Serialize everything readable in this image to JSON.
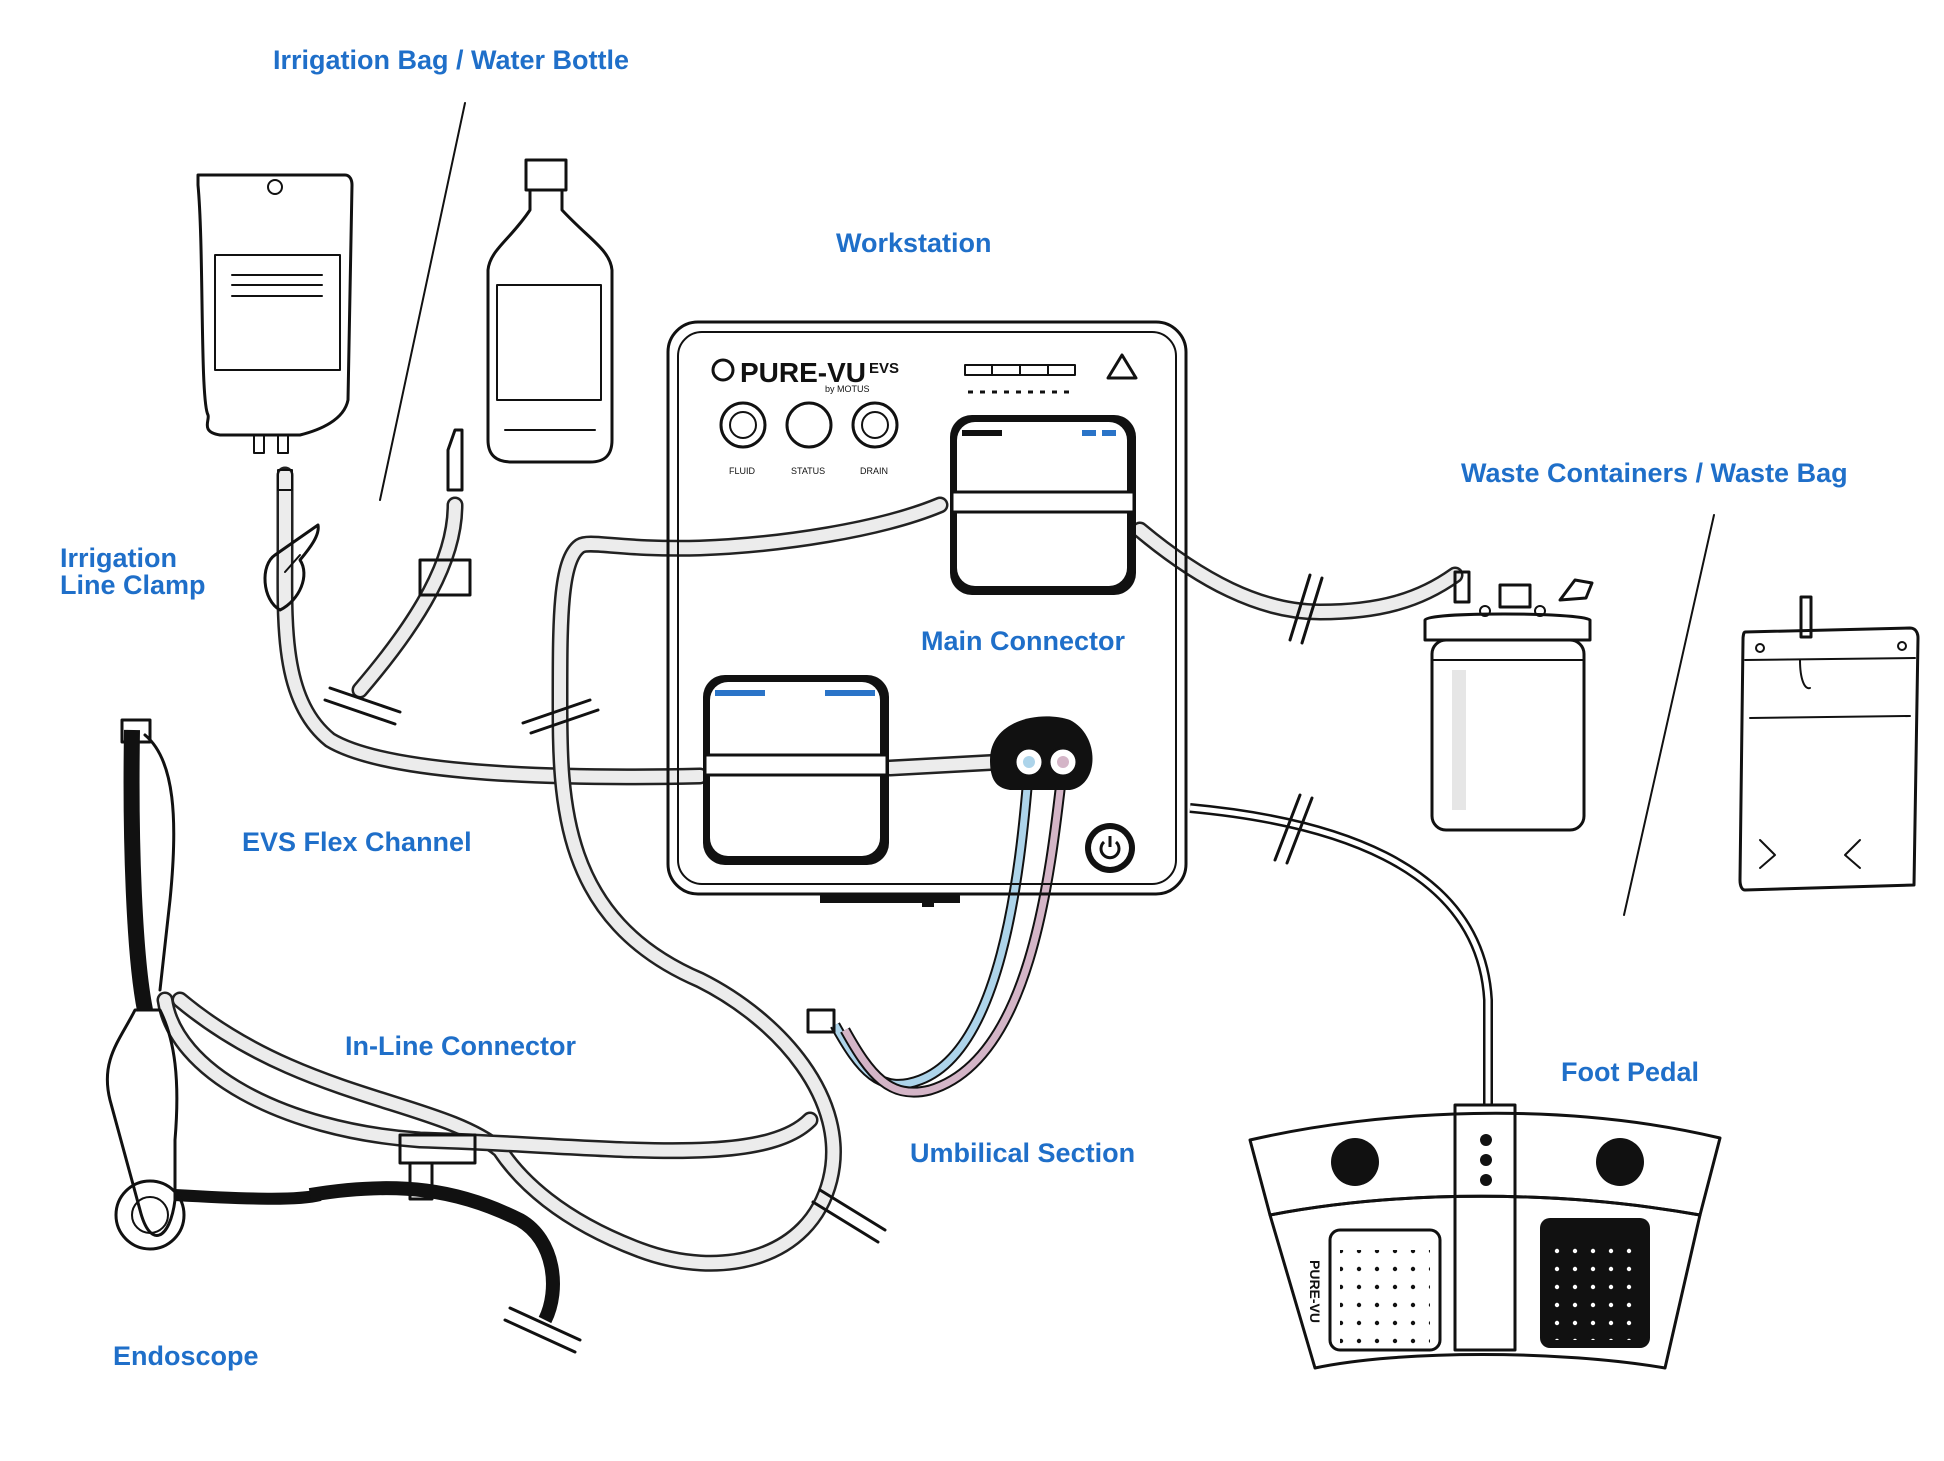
{
  "labels": {
    "irrigation_bag_water_bottle": "Irrigation Bag / Water Bottle",
    "workstation": "Workstation",
    "waste_containers_waste_bag": "Waste Containers / Waste Bag",
    "irrigation_line_clamp_1": "Irrigation",
    "irrigation_line_clamp_2": "Line Clamp",
    "main_connector": "Main Connector",
    "evs_flex_channel": "EVS Flex Channel",
    "in_line_connector": "In-Line Connector",
    "umbilical_section": "Umbilical Section",
    "foot_pedal": "Foot Pedal",
    "endoscope": "Endoscope"
  },
  "device": {
    "brand": "PURE-VU",
    "model": "EVS",
    "maker": "by MOTUS",
    "indicators": [
      "FLUID",
      "STATUS",
      "DRAIN"
    ],
    "pedal_brand": "PURE-VU"
  },
  "colors": {
    "label_blue": "#1f6fc9",
    "line": "#111111",
    "tube_fill": "#ececec",
    "tube_blue": "#add4ea",
    "tube_pink": "#d4b5c7",
    "accent_blue": "#2a74c8"
  }
}
